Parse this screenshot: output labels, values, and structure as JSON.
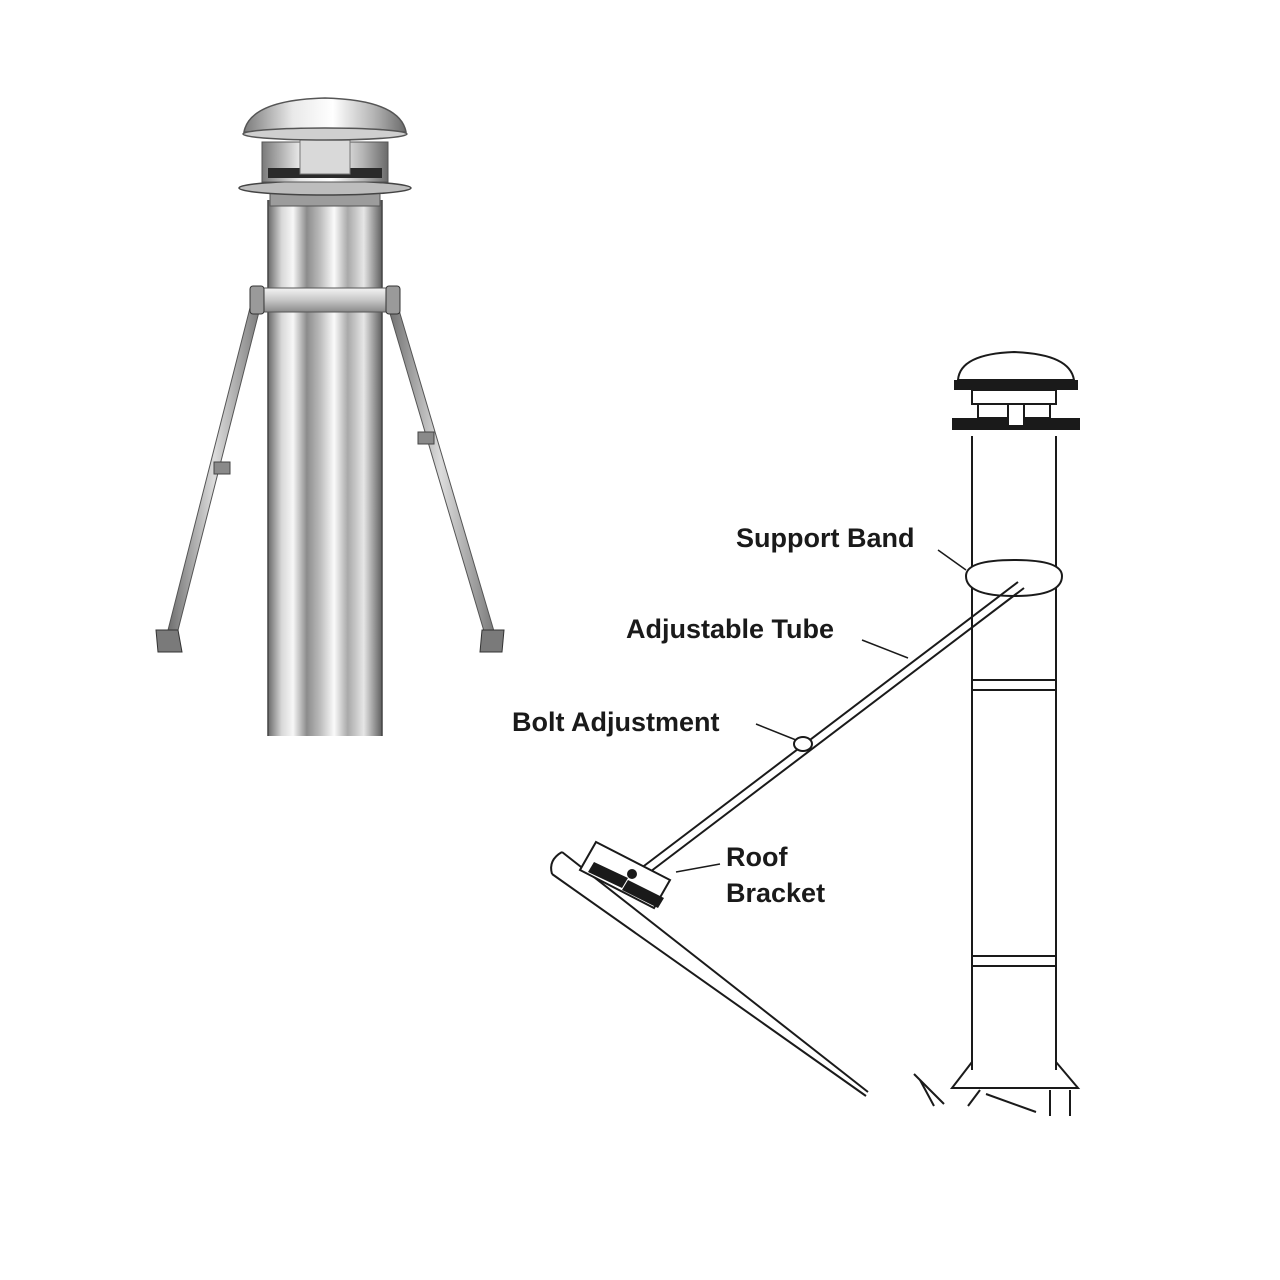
{
  "labels": {
    "support_band": "Support Band",
    "adjustable_tube": "Adjustable Tube",
    "bolt_adjustment": "Bolt Adjustment",
    "roof_bracket_line1": "Roof",
    "roof_bracket_line2": "Bracket"
  },
  "colors": {
    "line": "#1a1a1a",
    "background": "#ffffff",
    "steel_dark": "#6f6f6f",
    "steel_light": "#f2f2f2"
  }
}
